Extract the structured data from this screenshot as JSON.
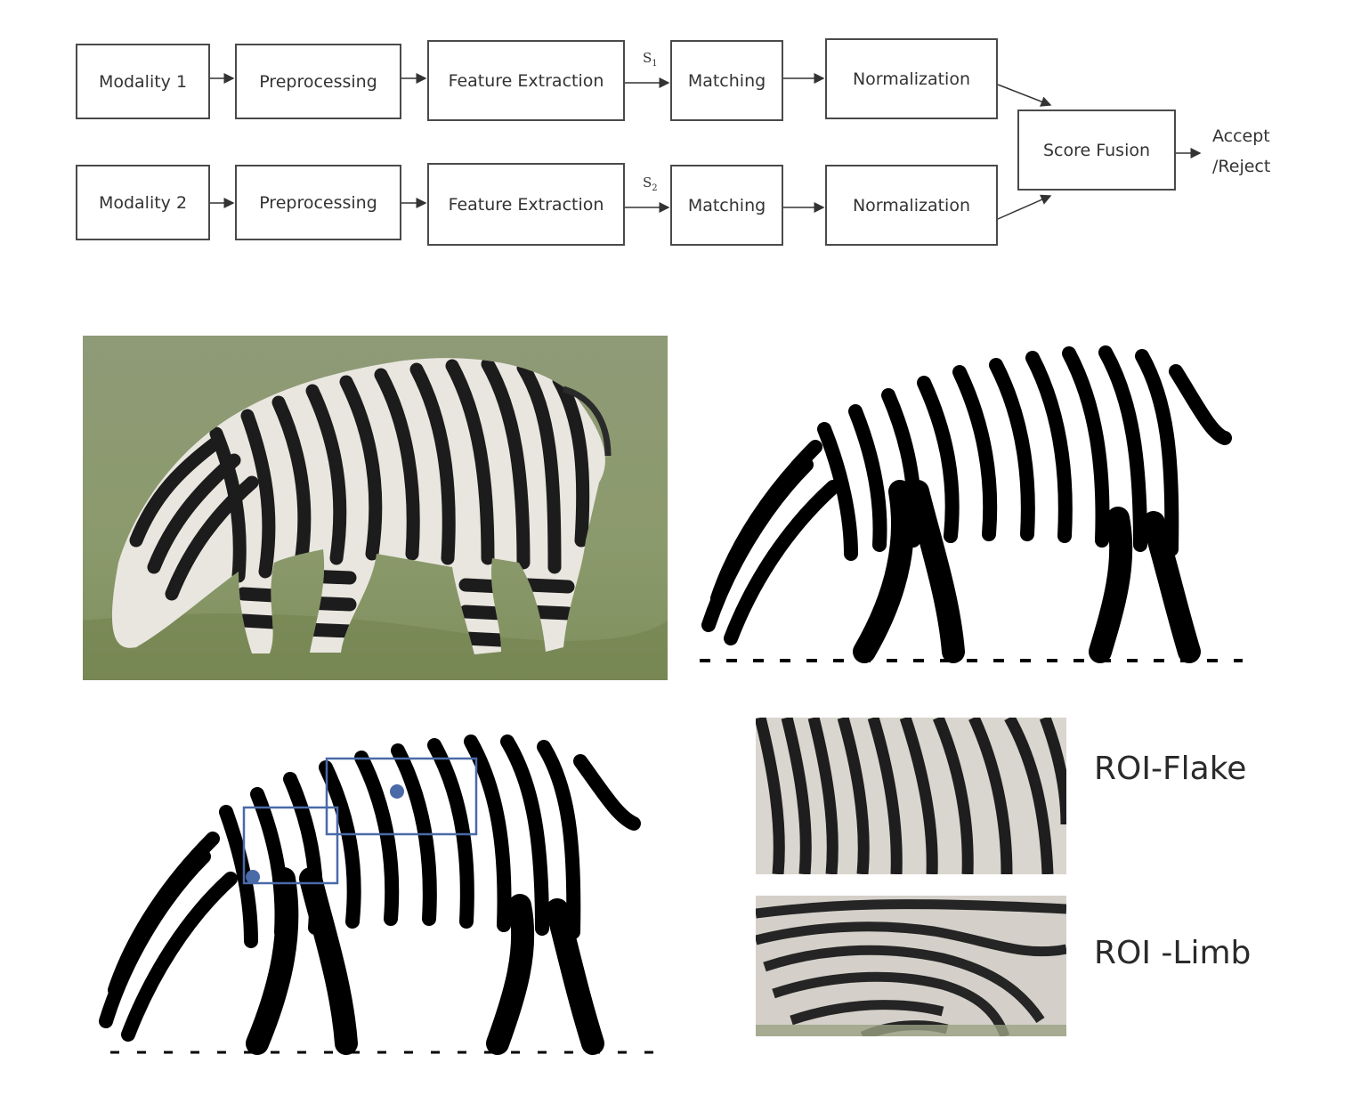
{
  "flow": {
    "row1": {
      "modality": "Modality 1",
      "preprocessing": "Preprocessing",
      "feature_extraction": "Feature Extraction",
      "score_symbol": "S",
      "score_index": "1",
      "matching": "Matching",
      "normalization": "Normalization"
    },
    "row2": {
      "modality": "Modality 2",
      "preprocessing": "Preprocessing",
      "feature_extraction": "Feature Extraction",
      "score_symbol": "S",
      "score_index": "2",
      "matching": "Matching",
      "normalization": "Normalization"
    },
    "fusion": "Score Fusion",
    "output_line1": "Accept",
    "output_line2": "/Reject"
  },
  "figures": {
    "roi_flake_label": "ROI-Flake",
    "roi_limb_label": "ROI -Limb"
  },
  "colors": {
    "box_border": "#4a4a4a",
    "grass": "#8d9a72",
    "zebra_dark": "#1c1c1c",
    "zebra_light": "#e9e6df",
    "roi_box": "#4a6aa8"
  }
}
